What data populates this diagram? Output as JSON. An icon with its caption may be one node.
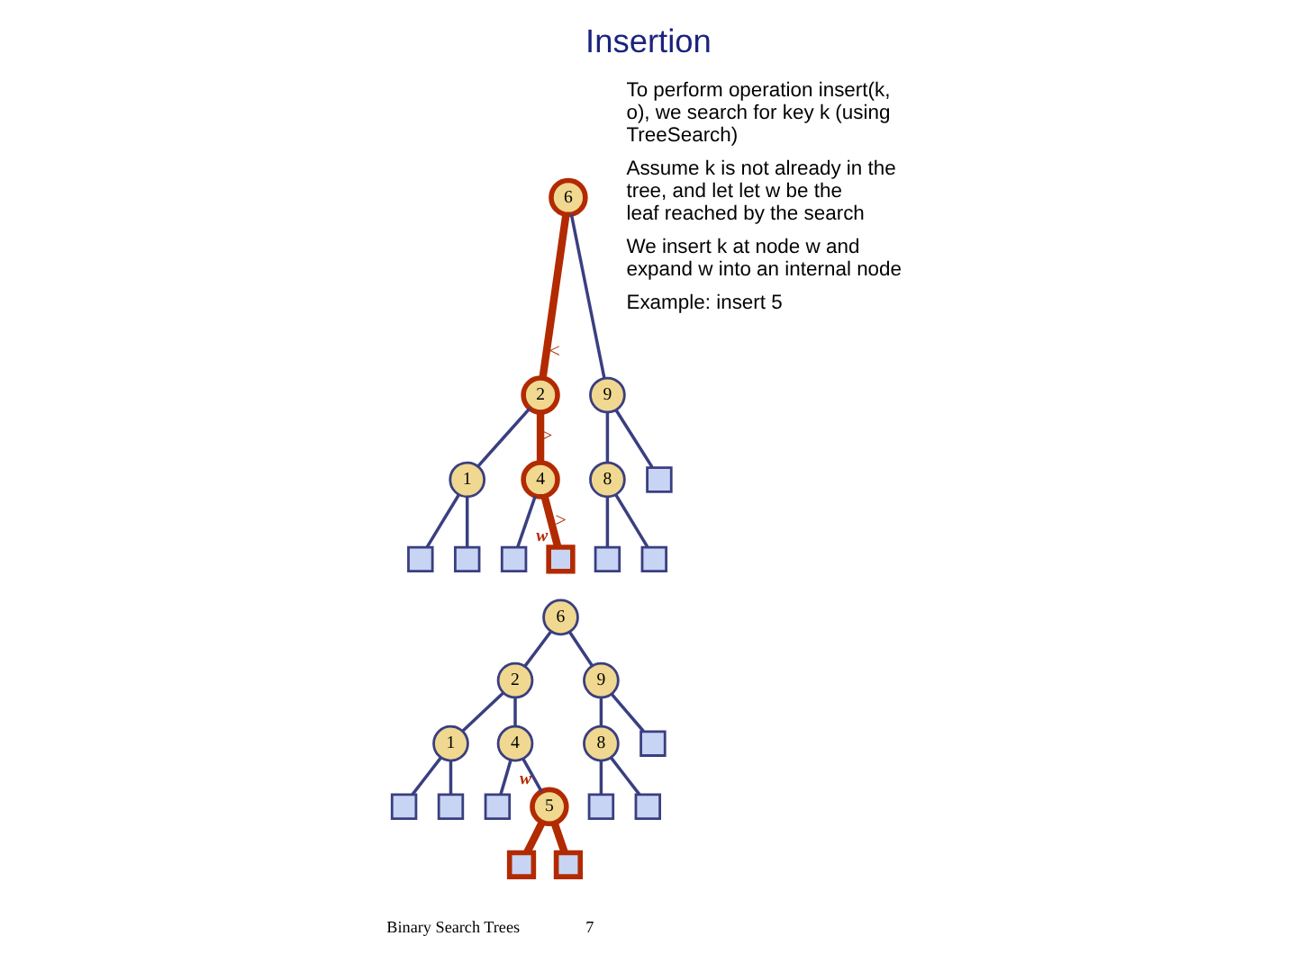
{
  "diagram": {
    "title": "Insertion",
    "nodes": [
      {
        "text": [
          "6"
        ]
      },
      {
        "text": [
          "2"
        ]
      },
      {
        "text": [
          "9"
        ]
      },
      {
        "text": [
          "1"
        ]
      },
      {
        "text": [
          "4"
        ]
      },
      {
        "text": [
          "8"
        ]
      },
      {
        "text": [],
        "shape": "box"
      },
      {
        "text": [],
        "shape": "box"
      },
      {
        "text": [],
        "shape": "box"
      },
      {
        "text": [],
        "shape": "box"
      },
      {
        "text": [],
        "shape": "box",
        "beside": [
          "w"
        ]
      },
      {
        "text": [],
        "shape": "box"
      },
      {
        "text": [],
        "shape": "box"
      },
      {
        "text": [
          "6"
        ]
      },
      {
        "text": [
          "2"
        ]
      },
      {
        "text": [
          "9"
        ]
      },
      {
        "text": [
          "1"
        ]
      },
      {
        "text": [
          "4"
        ]
      },
      {
        "text": [
          "8"
        ]
      },
      {
        "text": [],
        "shape": "box"
      },
      {
        "text": [],
        "shape": "box"
      },
      {
        "text": [],
        "shape": "box"
      },
      {
        "text": [],
        "shape": "box"
      },
      {
        "text": [
          "5"
        ],
        "beside": [
          "w"
        ]
      },
      {
        "text": [],
        "shape": "box"
      },
      {
        "text": [],
        "shape": "box"
      },
      {
        "text": [],
        "shape": "box"
      },
      {
        "text": [],
        "shape": "box"
      }
    ],
    "edges": [
      {
        "from": 0,
        "to": 1,
        "arrow": "none",
        "label": "<",
        "style": "thick",
        "color": "#b22a00"
      },
      {
        "from": 0,
        "to": 2,
        "arrow": "none"
      },
      {
        "from": 1,
        "to": 3,
        "arrow": "none"
      },
      {
        "from": 1,
        "to": 4,
        "arrow": "none",
        "label": ">",
        "style": "thick",
        "color": "#b22a00"
      },
      {
        "from": 2,
        "to": 5,
        "arrow": "none"
      },
      {
        "from": 2,
        "to": 6,
        "arrow": "none"
      },
      {
        "from": 3,
        "to": 7,
        "arrow": "none"
      },
      {
        "from": 3,
        "to": 8,
        "arrow": "none"
      },
      {
        "from": 4,
        "to": 9,
        "arrow": "none"
      },
      {
        "from": 4,
        "to": 10,
        "arrow": "none",
        "label": ">",
        "style": "thick",
        "color": "#b22a00"
      },
      {
        "from": 5,
        "to": 11,
        "arrow": "none"
      },
      {
        "from": 5,
        "to": 12,
        "arrow": "none"
      },
      {
        "from": 13,
        "to": 14,
        "arrow": "none"
      },
      {
        "from": 13,
        "to": 15,
        "arrow": "none"
      },
      {
        "from": 14,
        "to": 16,
        "arrow": "none"
      },
      {
        "from": 14,
        "to": 17,
        "arrow": "none"
      },
      {
        "from": 15,
        "to": 18,
        "arrow": "none"
      },
      {
        "from": 15,
        "to": 19,
        "arrow": "none"
      },
      {
        "from": 16,
        "to": 20,
        "arrow": "none"
      },
      {
        "from": 16,
        "to": 21,
        "arrow": "none"
      },
      {
        "from": 17,
        "to": 22,
        "arrow": "none"
      },
      {
        "from": 17,
        "to": 23,
        "arrow": "none"
      },
      {
        "from": 18,
        "to": 24,
        "arrow": "none"
      },
      {
        "from": 18,
        "to": 25,
        "arrow": "none"
      },
      {
        "from": 23,
        "to": 26,
        "arrow": "none",
        "style": "thick",
        "color": "#b22a00"
      },
      {
        "from": 23,
        "to": 27,
        "arrow": "none",
        "style": "thick",
        "color": "#b22a00"
      }
    ],
    "labels": [
      "To perform operation insert(k, o), we search for key k (using TreeSearch)",
      "Assume k is not already in the tree, and let let w be the leaf reached by the search",
      "We insert k at node w and expand w into an internal node",
      "Example: insert 5",
      "Binary Search Trees",
      "7"
    ]
  }
}
